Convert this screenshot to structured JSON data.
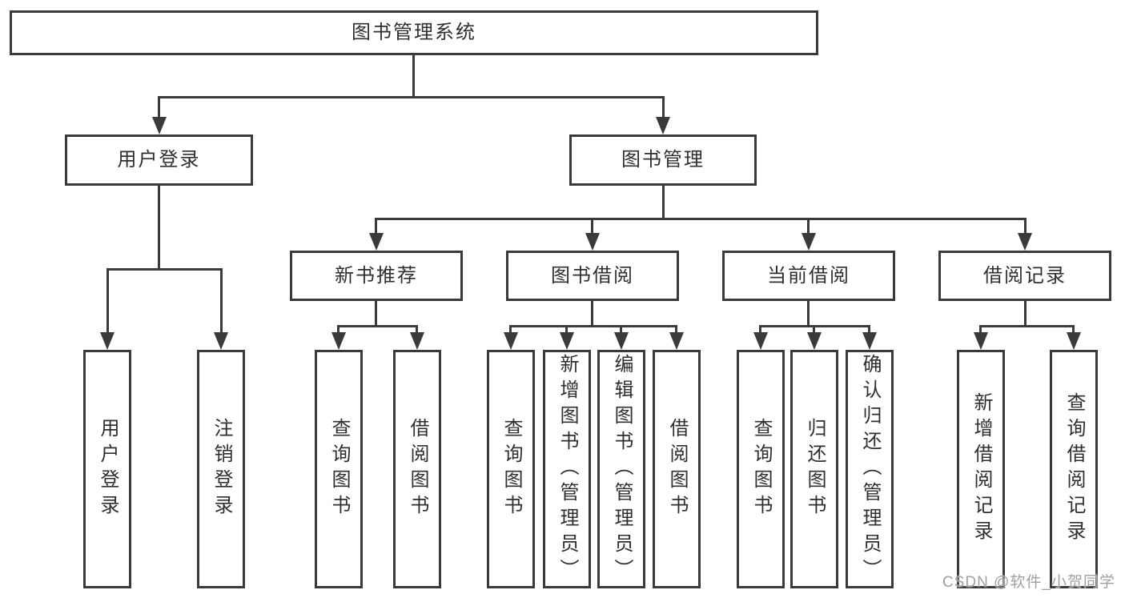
{
  "colors": {
    "line": "#3a3a3a",
    "box-border": "#3a3a3a",
    "text": "#2f2f2f",
    "watermark": "#a0a0a0",
    "bg": "#ffffff"
  },
  "diagram": {
    "type": "hierarchy-tree",
    "root": {
      "label": "图书管理系统"
    },
    "level2": [
      {
        "label": "用户登录"
      },
      {
        "label": "图书管理"
      }
    ],
    "level3": [
      {
        "label": "新书推荐",
        "parent": "图书管理"
      },
      {
        "label": "图书借阅",
        "parent": "图书管理"
      },
      {
        "label": "当前借阅",
        "parent": "图书管理"
      },
      {
        "label": "借阅记录",
        "parent": "图书管理"
      }
    ],
    "leaves": [
      {
        "label": "用户登录",
        "parent": "用户登录"
      },
      {
        "label": "注销登录",
        "parent": "用户登录"
      },
      {
        "label": "查询图书",
        "parent": "新书推荐"
      },
      {
        "label": "借阅图书",
        "parent": "新书推荐"
      },
      {
        "label": "查询图书",
        "parent": "图书借阅"
      },
      {
        "label": "新增图书（管理员）",
        "parent": "图书借阅"
      },
      {
        "label": "编辑图书（管理员）",
        "parent": "图书借阅"
      },
      {
        "label": "借阅图书",
        "parent": "图书借阅"
      },
      {
        "label": "查询图书",
        "parent": "当前借阅"
      },
      {
        "label": "归还图书",
        "parent": "当前借阅"
      },
      {
        "label": "确认归还（管理员）",
        "parent": "当前借阅"
      },
      {
        "label": "新增借阅记录",
        "parent": "借阅记录"
      },
      {
        "label": "查询借阅记录",
        "parent": "借阅记录"
      }
    ]
  },
  "watermark": {
    "text": "CSDN @软件_小贺同学"
  }
}
